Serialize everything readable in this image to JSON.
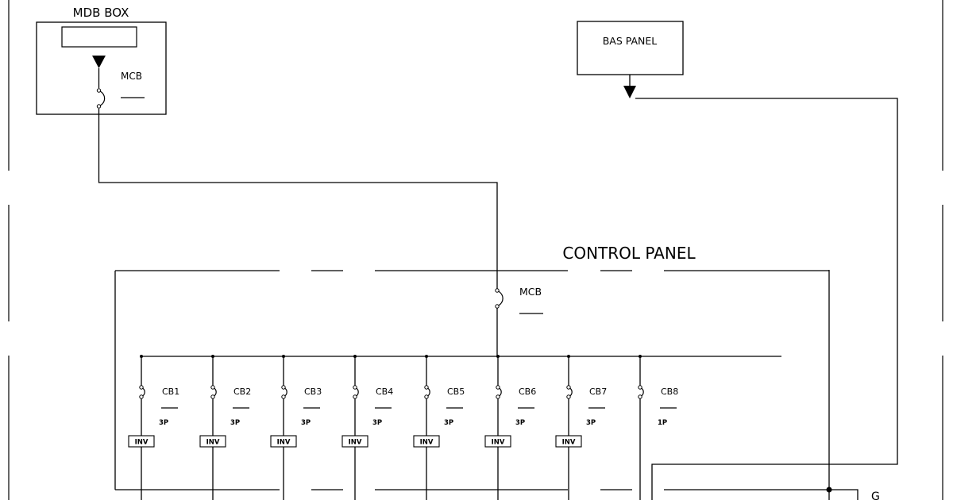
{
  "mdb_box": {
    "title": "MDB BOX",
    "breaker_label": "MCB"
  },
  "bas_panel": {
    "title": "BAS PANEL"
  },
  "control_panel": {
    "title": "CONTROL PANEL",
    "main_breaker_label": "MCB"
  },
  "branches": [
    {
      "name": "CB1",
      "poles": "3P",
      "load": "INV"
    },
    {
      "name": "CB2",
      "poles": "3P",
      "load": "INV"
    },
    {
      "name": "CB3",
      "poles": "3P",
      "load": "INV"
    },
    {
      "name": "CB4",
      "poles": "3P",
      "load": "INV"
    },
    {
      "name": "CB5",
      "poles": "3P",
      "load": "INV"
    },
    {
      "name": "CB6",
      "poles": "3P",
      "load": "INV"
    },
    {
      "name": "CB7",
      "poles": "3P",
      "load": "INV"
    },
    {
      "name": "CB8",
      "poles": "1P",
      "load": ""
    }
  ],
  "corner_label": "G",
  "colors": {
    "line": "#000000",
    "background": "#ffffff"
  }
}
